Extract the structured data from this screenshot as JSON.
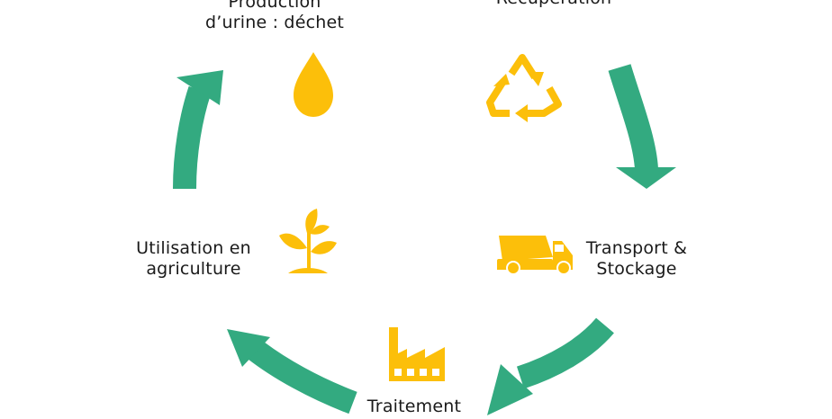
{
  "diagram": {
    "colors": {
      "arrow": "#33aa80",
      "icon": "#fcbf0a",
      "text": "#1a1a1a"
    },
    "steps": [
      {
        "id": "production",
        "lines": [
          "Production",
          "d’urine : déchet"
        ],
        "icon": "drop-icon"
      },
      {
        "id": "recuperation",
        "lines": [
          "Récupération"
        ],
        "icon": "recycle-icon"
      },
      {
        "id": "transport",
        "lines": [
          "Transport &",
          "Stockage"
        ],
        "icon": "truck-icon"
      },
      {
        "id": "traitement",
        "lines": [
          "Traitement"
        ],
        "icon": "factory-icon"
      },
      {
        "id": "utilisation",
        "lines": [
          "Utilisation en",
          "agriculture"
        ],
        "icon": "plant-icon"
      }
    ]
  }
}
